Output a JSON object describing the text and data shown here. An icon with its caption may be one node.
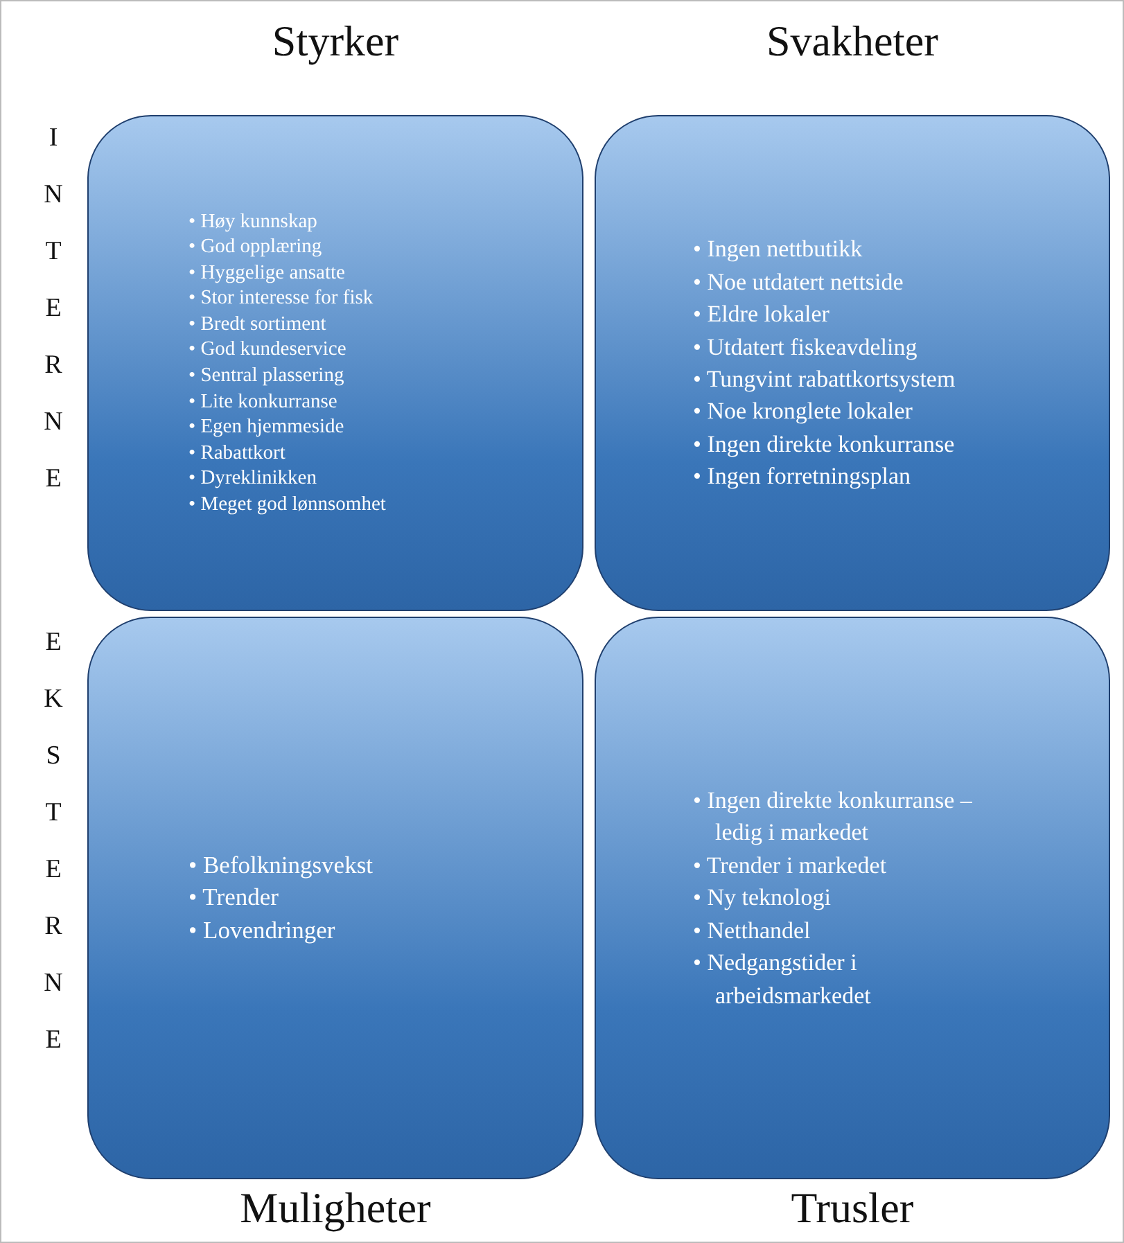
{
  "diagram": {
    "nodes": [
      {
        "text": [
          "Styrker",
          "• Høy kunnskap",
          "• God opplæring",
          "• Hyggelige ansatte",
          "• Stor interesse for fisk",
          "• Bredt sortiment",
          "• God kundeservice",
          "• Sentral plassering",
          "• Lite konkurranse",
          "• Egen hjemmeside",
          "• Rabattkort",
          "• Dyreklinikken",
          "• Meget god lønnsomhet"
        ],
        "beside": [
          "INTERNE"
        ]
      },
      {
        "text": [
          "Svakheter",
          "• Ingen nettbutikk",
          "• Noe utdatert nettside",
          "• Eldre lokaler",
          "• Utdatert fiskeavdeling",
          "• Tungvint rabattkortsystem",
          "• Noe kronglete lokaler",
          "• Ingen direkte konkurranse",
          "• Ingen forretningsplan"
        ]
      },
      {
        "text": [
          "• Befolkningsvekst",
          "• Trender",
          "• Lovendringer",
          "Muligheter"
        ],
        "beside": [
          "EKSTERNE"
        ]
      },
      {
        "text": [
          "• Ingen direkte konkurranse – ledig i markedet",
          "• Trender i markedet",
          "• Ny teknologi",
          "• Netthandel",
          "• Nedgangstider i arbeidsmarkedet",
          "Trusler"
        ]
      }
    ],
    "edges": []
  }
}
